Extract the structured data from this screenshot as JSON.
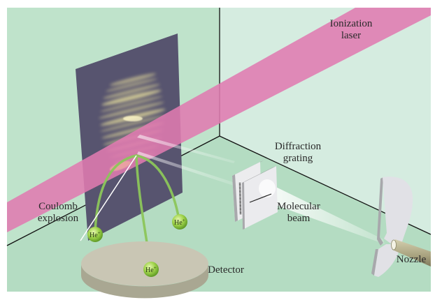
{
  "figure": {
    "title": "Matter-wave diffraction with Coulomb explosion imaging",
    "labels": {
      "ionization_laser": [
        "Ionization",
        "laser"
      ],
      "diffraction_grating": [
        "Diffraction",
        "grating"
      ],
      "molecular_beam": [
        "Molecular",
        "beam"
      ],
      "coulomb_explosion": [
        "Coulomb",
        "explosion"
      ],
      "detector": "Detector",
      "nozzle": "Nozzle"
    },
    "ions": [
      {
        "symbol": "He",
        "charge": "+"
      },
      {
        "symbol": "He",
        "charge": "+"
      },
      {
        "symbol": "He",
        "charge": "+"
      }
    ],
    "colors": {
      "back_wall_left": "#bfe3cb",
      "back_wall_right": "#d5ece0",
      "floor": "#b4dcc2",
      "screen": "#57546f",
      "laser": "#e07bb0",
      "fringe": "#f3eaa0",
      "ion_trail": "#8cc65a",
      "detector_top": "#c9c6b4",
      "detector_side": "#a9a792",
      "metal": "#e4e4e8",
      "nozzle_tube": "#b2ac8a",
      "edge_line": "#111111"
    }
  }
}
